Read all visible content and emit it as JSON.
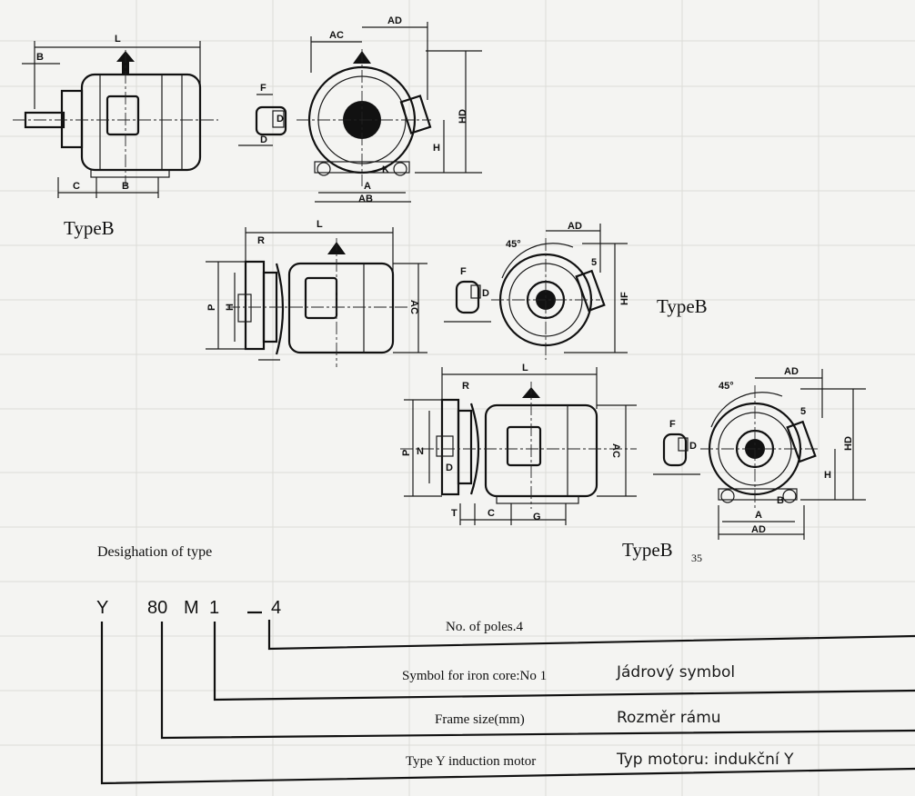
{
  "dimension_labels": {
    "L": "L",
    "B": "B",
    "C": "C",
    "AC": "AC",
    "AD": "AD",
    "HD": "HD",
    "H": "H",
    "F": "F",
    "D": "D",
    "K": "K",
    "A": "A",
    "AB": "AB",
    "P": "P",
    "R": "R",
    "HF": "HF",
    "N": "N",
    "T": "T",
    "G": "G",
    "angle": "45°",
    "five": "5"
  },
  "type_labels": {
    "top_left": "TypeB",
    "middle_right": "TypeB",
    "bottom_right_main": "TypeB",
    "bottom_right_sub": "35"
  },
  "designation": {
    "heading": "Desighation of type",
    "code_parts": [
      "Y",
      "80",
      "M",
      "1",
      "—",
      "4"
    ],
    "rows": [
      {
        "en": "No. of poles.4",
        "cz": ""
      },
      {
        "en": "Symbol for iron core:No 1",
        "cz": "Jádrový symbol"
      },
      {
        "en": "Frame size(mm)",
        "cz": "Rozměr rámu"
      },
      {
        "en": "Type Y induction motor",
        "cz": "Typ motoru: indukční Y"
      }
    ]
  }
}
